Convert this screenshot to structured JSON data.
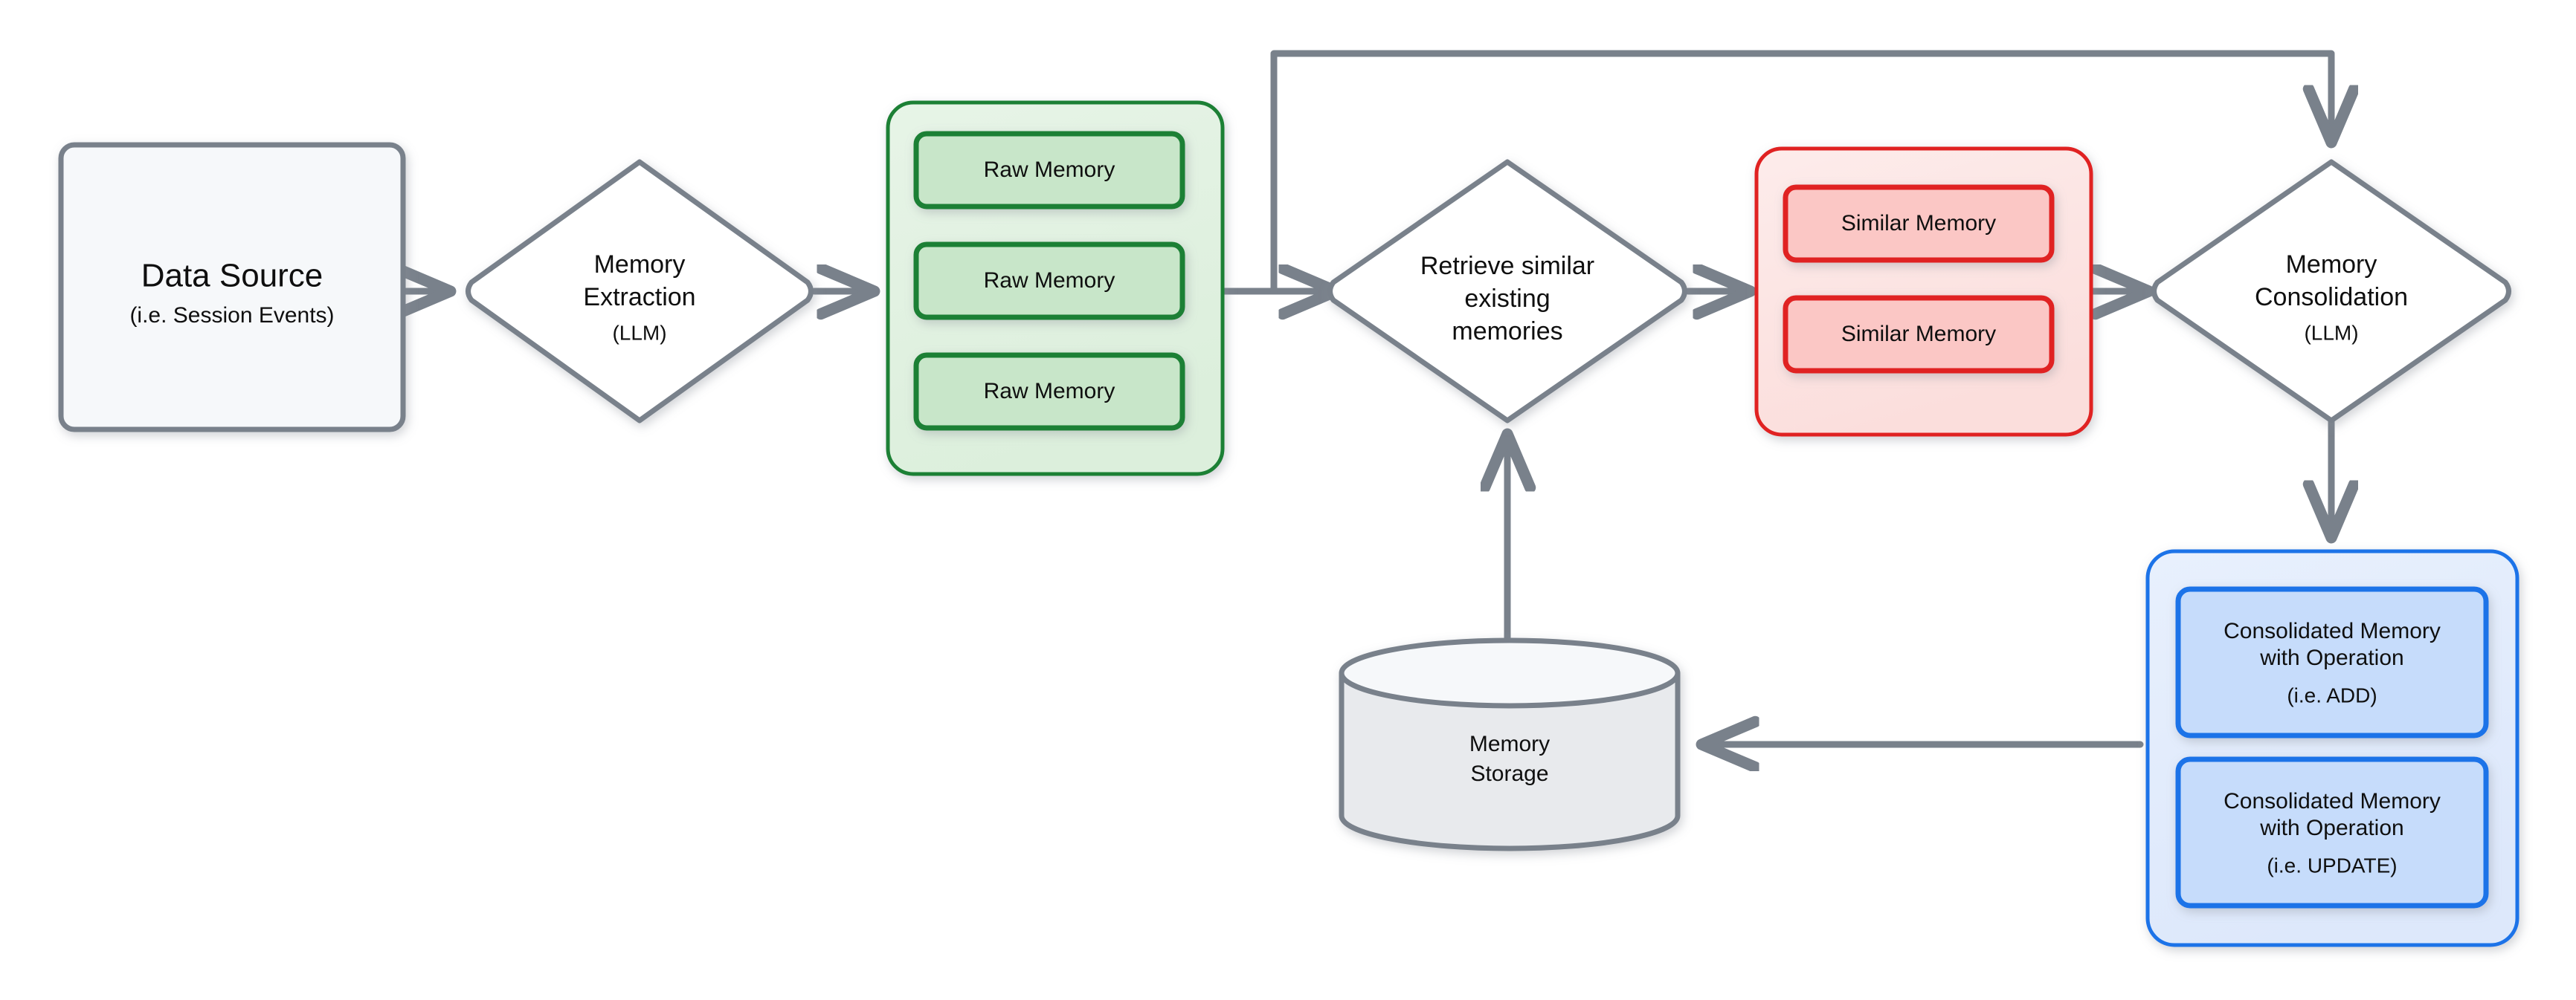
{
  "diagram": {
    "title": "Memory pipeline flow diagram",
    "colors": {
      "stroke_gray": "#79818b",
      "panel_gray_fill": "#f6f8fa",
      "cylinder_fill": "#e8eaed",
      "green_container_fill": "#e3f3e3",
      "green_container_border": "#1e8035",
      "green_item_fill": "#c8e6c9",
      "green_item_border": "#1e8035",
      "red_container_fill": "#fde7e7",
      "red_container_border": "#e02020",
      "red_item_fill": "#fbc7c5",
      "red_item_border": "#e02020",
      "blue_container_fill": "#e5edfb",
      "blue_container_border": "#1a73e8",
      "blue_item_fill": "#c6dcfb",
      "blue_item_border": "#1a73e8",
      "text": "#0f0f0f"
    },
    "nodes": {
      "data_source": {
        "label": "Data Source",
        "sublabel": "(i.e. Session Events)"
      },
      "memory_extraction": {
        "label_line1": "Memory",
        "label_line2": "Extraction",
        "sublabel": "(LLM)"
      },
      "raw_memory_group": {
        "items": [
          {
            "label": "Raw Memory"
          },
          {
            "label": "Raw Memory"
          },
          {
            "label": "Raw Memory"
          }
        ]
      },
      "retrieve_similar": {
        "label_line1": "Retrieve similar",
        "label_line2": "existing",
        "label_line3": "memories"
      },
      "similar_memory_group": {
        "items": [
          {
            "label": "Similar Memory"
          },
          {
            "label": "Similar Memory"
          }
        ]
      },
      "memory_consolidation": {
        "label_line1": "Memory",
        "label_line2": "Consolidation",
        "sublabel": "(LLM)"
      },
      "consolidated_memory_group": {
        "items": [
          {
            "label_line1": "Consolidated Memory",
            "label_line2": "with Operation",
            "sublabel": "(i.e. ADD)"
          },
          {
            "label_line1": "Consolidated Memory",
            "label_line2": "with Operation",
            "sublabel": "(i.e. UPDATE)"
          }
        ]
      },
      "memory_storage": {
        "label_line1": "Memory",
        "label_line2": "Storage"
      }
    },
    "edges": [
      {
        "name": "data-source-to-memory-extraction",
        "from": "data_source",
        "to": "memory_extraction"
      },
      {
        "name": "memory-extraction-to-raw-memory",
        "from": "memory_extraction",
        "to": "raw_memory_group"
      },
      {
        "name": "raw-memory-to-retrieve",
        "from": "raw_memory_group",
        "to": "retrieve_similar"
      },
      {
        "name": "raw-memory-to-consolidation-feedback",
        "from": "raw_memory_group",
        "to": "memory_consolidation"
      },
      {
        "name": "retrieve-to-similar-memory",
        "from": "retrieve_similar",
        "to": "similar_memory_group"
      },
      {
        "name": "similar-memory-to-consolidation",
        "from": "similar_memory_group",
        "to": "memory_consolidation"
      },
      {
        "name": "consolidation-to-consolidated-memory",
        "from": "memory_consolidation",
        "to": "consolidated_memory_group"
      },
      {
        "name": "consolidated-memory-to-storage",
        "from": "consolidated_memory_group",
        "to": "memory_storage"
      },
      {
        "name": "storage-to-retrieve",
        "from": "memory_storage",
        "to": "retrieve_similar"
      }
    ]
  }
}
